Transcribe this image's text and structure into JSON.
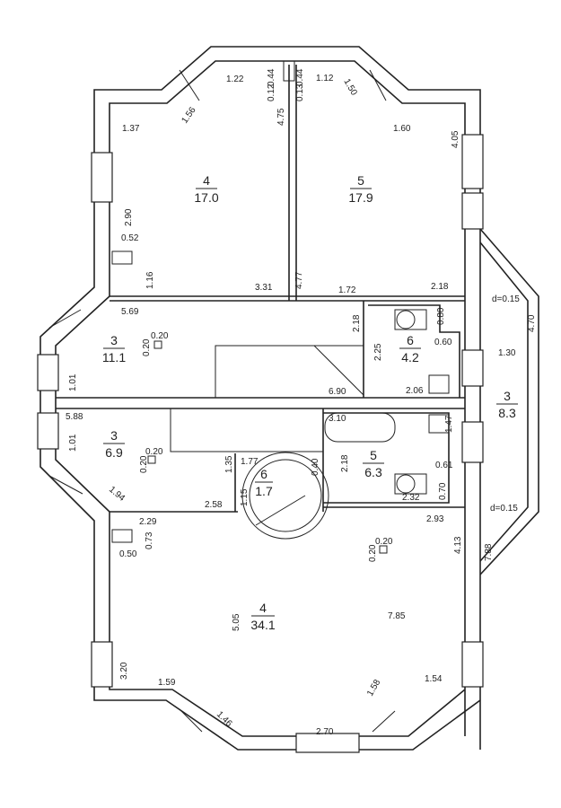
{
  "rooms": [
    {
      "number": "4",
      "area": "17.0"
    },
    {
      "number": "5",
      "area": "17.9"
    },
    {
      "number": "3",
      "area": "11.1"
    },
    {
      "number": "6",
      "area": "4.2"
    },
    {
      "number": "3",
      "area": "8.3"
    },
    {
      "number": "3",
      "area": "6.9"
    },
    {
      "number": "5",
      "area": "6.3"
    },
    {
      "number": "6",
      "area": "1.7"
    },
    {
      "number": "4",
      "area": "34.1"
    }
  ],
  "dimensions": [
    "1.22",
    "0.44",
    "0.12",
    "4.75",
    "0.44",
    "0.13",
    "1.12",
    "1.50",
    "1.56",
    "1.37",
    "1.60",
    "4.05",
    "2.90",
    "0.52",
    "1.16",
    "3.31",
    "4.77",
    "1.72",
    "2.18",
    "d=0.15",
    "4.70",
    "1.30",
    "5.69",
    "2.18",
    "0.80",
    "0.20",
    "0.20",
    "2.25",
    "0.60",
    "1.01",
    "6.90",
    "2.06",
    "5.88",
    "3.10",
    "1.47",
    "1.01",
    "0.20",
    "0.20",
    "1.35",
    "1.77",
    "0.40",
    "2.18",
    "0.61",
    "1.94",
    "1.15",
    "0.70",
    "2.32",
    "2.58",
    "2.93",
    "2.29",
    "0.73",
    "0.50",
    "0.20",
    "0.20",
    "4.13",
    "7.88",
    "d=0.15",
    "5.05",
    "7.85",
    "3.20",
    "1.59",
    "1.54",
    "1.58",
    "1.46",
    "2.70"
  ]
}
